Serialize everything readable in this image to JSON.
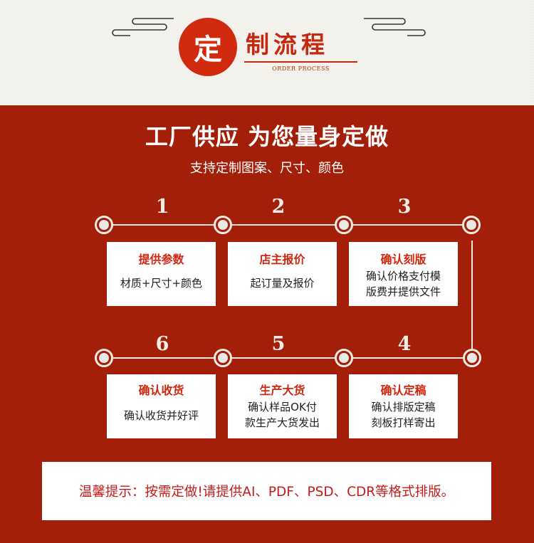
{
  "header": {
    "seal_char": "定",
    "title_cn": "制流程",
    "title_en": "ORDER PROCESS"
  },
  "banner": {
    "headline": "工厂供应 为您量身定做",
    "subline": "支持定制图案、尺寸、颜色"
  },
  "steps": [
    {
      "number": "1",
      "title": "提供参数",
      "desc": [
        "材质+尺寸+颜色"
      ]
    },
    {
      "number": "2",
      "title": "店主报价",
      "desc": [
        "起订量及报价"
      ]
    },
    {
      "number": "3",
      "title": "确认刻版",
      "desc": [
        "确认价格支付模",
        "版费并提供文件"
      ]
    },
    {
      "number": "4",
      "title": "确认定稿",
      "desc": [
        "确认排版定稿",
        "刻板打样寄出"
      ]
    },
    {
      "number": "5",
      "title": "生产大货",
      "desc": [
        "确认样品OK付",
        "款生产大货发出"
      ]
    },
    {
      "number": "6",
      "title": "确认收货",
      "desc": [
        "确认收货并好评"
      ]
    }
  ],
  "notice": {
    "text": "温馨提示：按需定做!请提供AI、PDF、PSD、CDR等格式排版。"
  },
  "colors": {
    "background_red": "#a31f09",
    "seal_red": "#d22a0e",
    "accent_red": "#d3260f",
    "paper": "#f4f2ec"
  }
}
